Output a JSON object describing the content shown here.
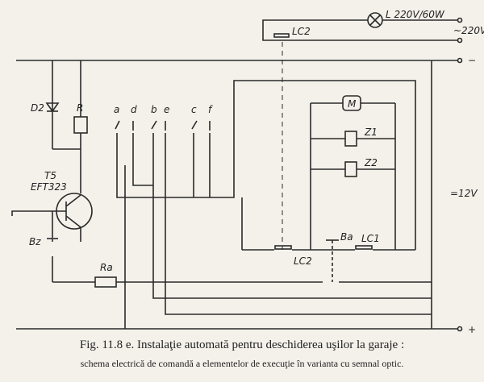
{
  "diagram": {
    "lamp_label": "L 220V/60W",
    "ac_label": "~220V",
    "lc2_top": "LC2",
    "minus": "−",
    "plus": "+",
    "dc_label": "=12V",
    "d2": "D2",
    "r": "R",
    "contacts": [
      "a",
      "d",
      "b",
      "e",
      "c",
      "f"
    ],
    "motor": "M",
    "z1": "Z1",
    "z2": "Z2",
    "transistor": "T5",
    "transistor_type": "EFT323",
    "bz": "Bz",
    "ra": "Ra",
    "lc2_bottom": "LC2",
    "ba": "Ba",
    "lc1": "LC1"
  },
  "caption": {
    "title": "Fig. 11.8 e. Instalaţie automată pentru deschiderea uşilor la garaje :",
    "subtitle": "schema electrică de comandă a elementelor de execuţie în varianta cu semnal optic."
  }
}
